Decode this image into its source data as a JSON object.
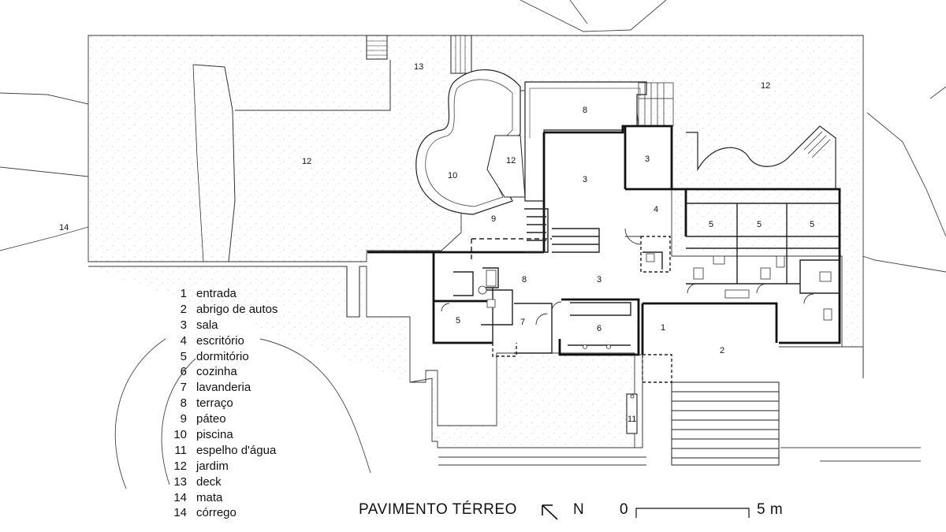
{
  "title": "PAVIMENTO TÉRREO",
  "north_label": "N",
  "scale": {
    "start": "0",
    "end": "5 m"
  },
  "legend": [
    {
      "num": "1",
      "label": "entrada"
    },
    {
      "num": "2",
      "label": "abrigo de autos"
    },
    {
      "num": "3",
      "label": "sala"
    },
    {
      "num": "4",
      "label": "escritório"
    },
    {
      "num": "5",
      "label": "dormitório"
    },
    {
      "num": "6",
      "label": "cozinha"
    },
    {
      "num": "7",
      "label": "lavanderia"
    },
    {
      "num": "8",
      "label": "terraço"
    },
    {
      "num": "9",
      "label": "páteo"
    },
    {
      "num": "10",
      "label": "piscina"
    },
    {
      "num": "11",
      "label": "espelho d'água"
    },
    {
      "num": "12",
      "label": "jardim"
    },
    {
      "num": "13",
      "label": "deck"
    },
    {
      "num": "14",
      "label": "mata"
    },
    {
      "num": "14",
      "label": "córrego"
    }
  ],
  "room_labels": {
    "deck": "13",
    "jardim_right": "12",
    "jardim_left": "12",
    "mata": "14",
    "terraco_top": "8",
    "piscina": "10",
    "jardim_pool": "12",
    "sala_top": "3",
    "sala_upper": "3",
    "pateo": "9",
    "escritorio": "4",
    "dorm_1": "5",
    "dorm_2": "5",
    "dorm_3": "5",
    "terraco_mid": "8",
    "sala_main": "3",
    "dorm_left": "5",
    "lavanderia": "7",
    "cozinha": "6",
    "entrada": "1",
    "abrigo": "2",
    "espelho": "11"
  }
}
